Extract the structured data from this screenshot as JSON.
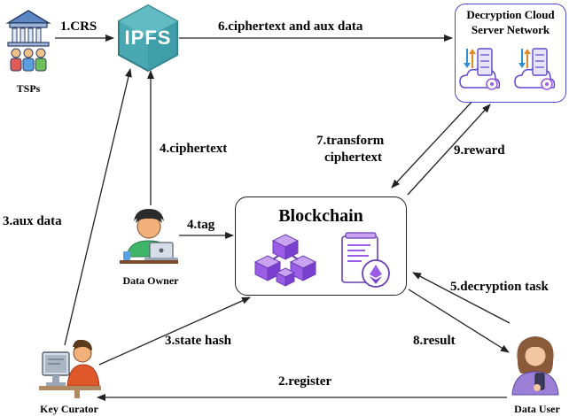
{
  "nodes": {
    "tsps": "TSPs",
    "ipfs": "IPFS",
    "cloud": "Decryption Cloud\nServer Network",
    "cloud_line1": "Decryption Cloud",
    "cloud_line2": "Server Network",
    "blockchain": "Blockchain",
    "data_owner": "Data Owner",
    "key_curator": "Key Curator",
    "data_user": "Data User"
  },
  "edges": [
    {
      "label": "1.CRS",
      "from": "tsps",
      "to": "ipfs"
    },
    {
      "label": "2.register",
      "from": "data_user",
      "to": "key_curator"
    },
    {
      "label": "3.aux data",
      "from": "key_curator",
      "to": "ipfs"
    },
    {
      "label": "3.state hash",
      "from": "key_curator",
      "to": "blockchain"
    },
    {
      "label": "4.ciphertext",
      "from": "data_owner",
      "to": "ipfs"
    },
    {
      "label": "4.tag",
      "from": "data_owner",
      "to": "blockchain"
    },
    {
      "label": "5.decryption task",
      "from": "data_user",
      "to": "blockchain"
    },
    {
      "label": "6.ciphertext and aux data",
      "from": "ipfs",
      "to": "cloud"
    },
    {
      "label": "7.transform ciphertext",
      "from": "cloud",
      "to": "blockchain"
    },
    {
      "label": "8.result",
      "from": "blockchain",
      "to": "data_user"
    },
    {
      "label": "9.reward",
      "from": "blockchain",
      "to": "cloud"
    }
  ],
  "edge_labels": {
    "e1": "1.CRS",
    "e2": "2.register",
    "e3a": "3.aux data",
    "e3b": "3.state hash",
    "e4a": "4.ciphertext",
    "e4b": "4.tag",
    "e5": "5.decryption task",
    "e6": "6.ciphertext and aux data",
    "e7_line1": "7.transform",
    "e7_line2": "ciphertext",
    "e8": "8.result",
    "e9": "9.reward"
  },
  "icons": [
    "bank-icon",
    "ipfs-cube-icon",
    "cloud-server-icon",
    "blockchain-cubes-icon",
    "smart-contract-icon",
    "person-laptop-icon",
    "person-computer-icon",
    "person-phone-icon"
  ],
  "colors": {
    "ipfs_teal": "#4aa8b2",
    "ipfs_dark": "#2e7f8a",
    "purple": "#9b5de5",
    "purple_dark": "#6a3fb5",
    "cloud_border": "#4a4ad0",
    "bank_blue": "#5b86c4"
  }
}
